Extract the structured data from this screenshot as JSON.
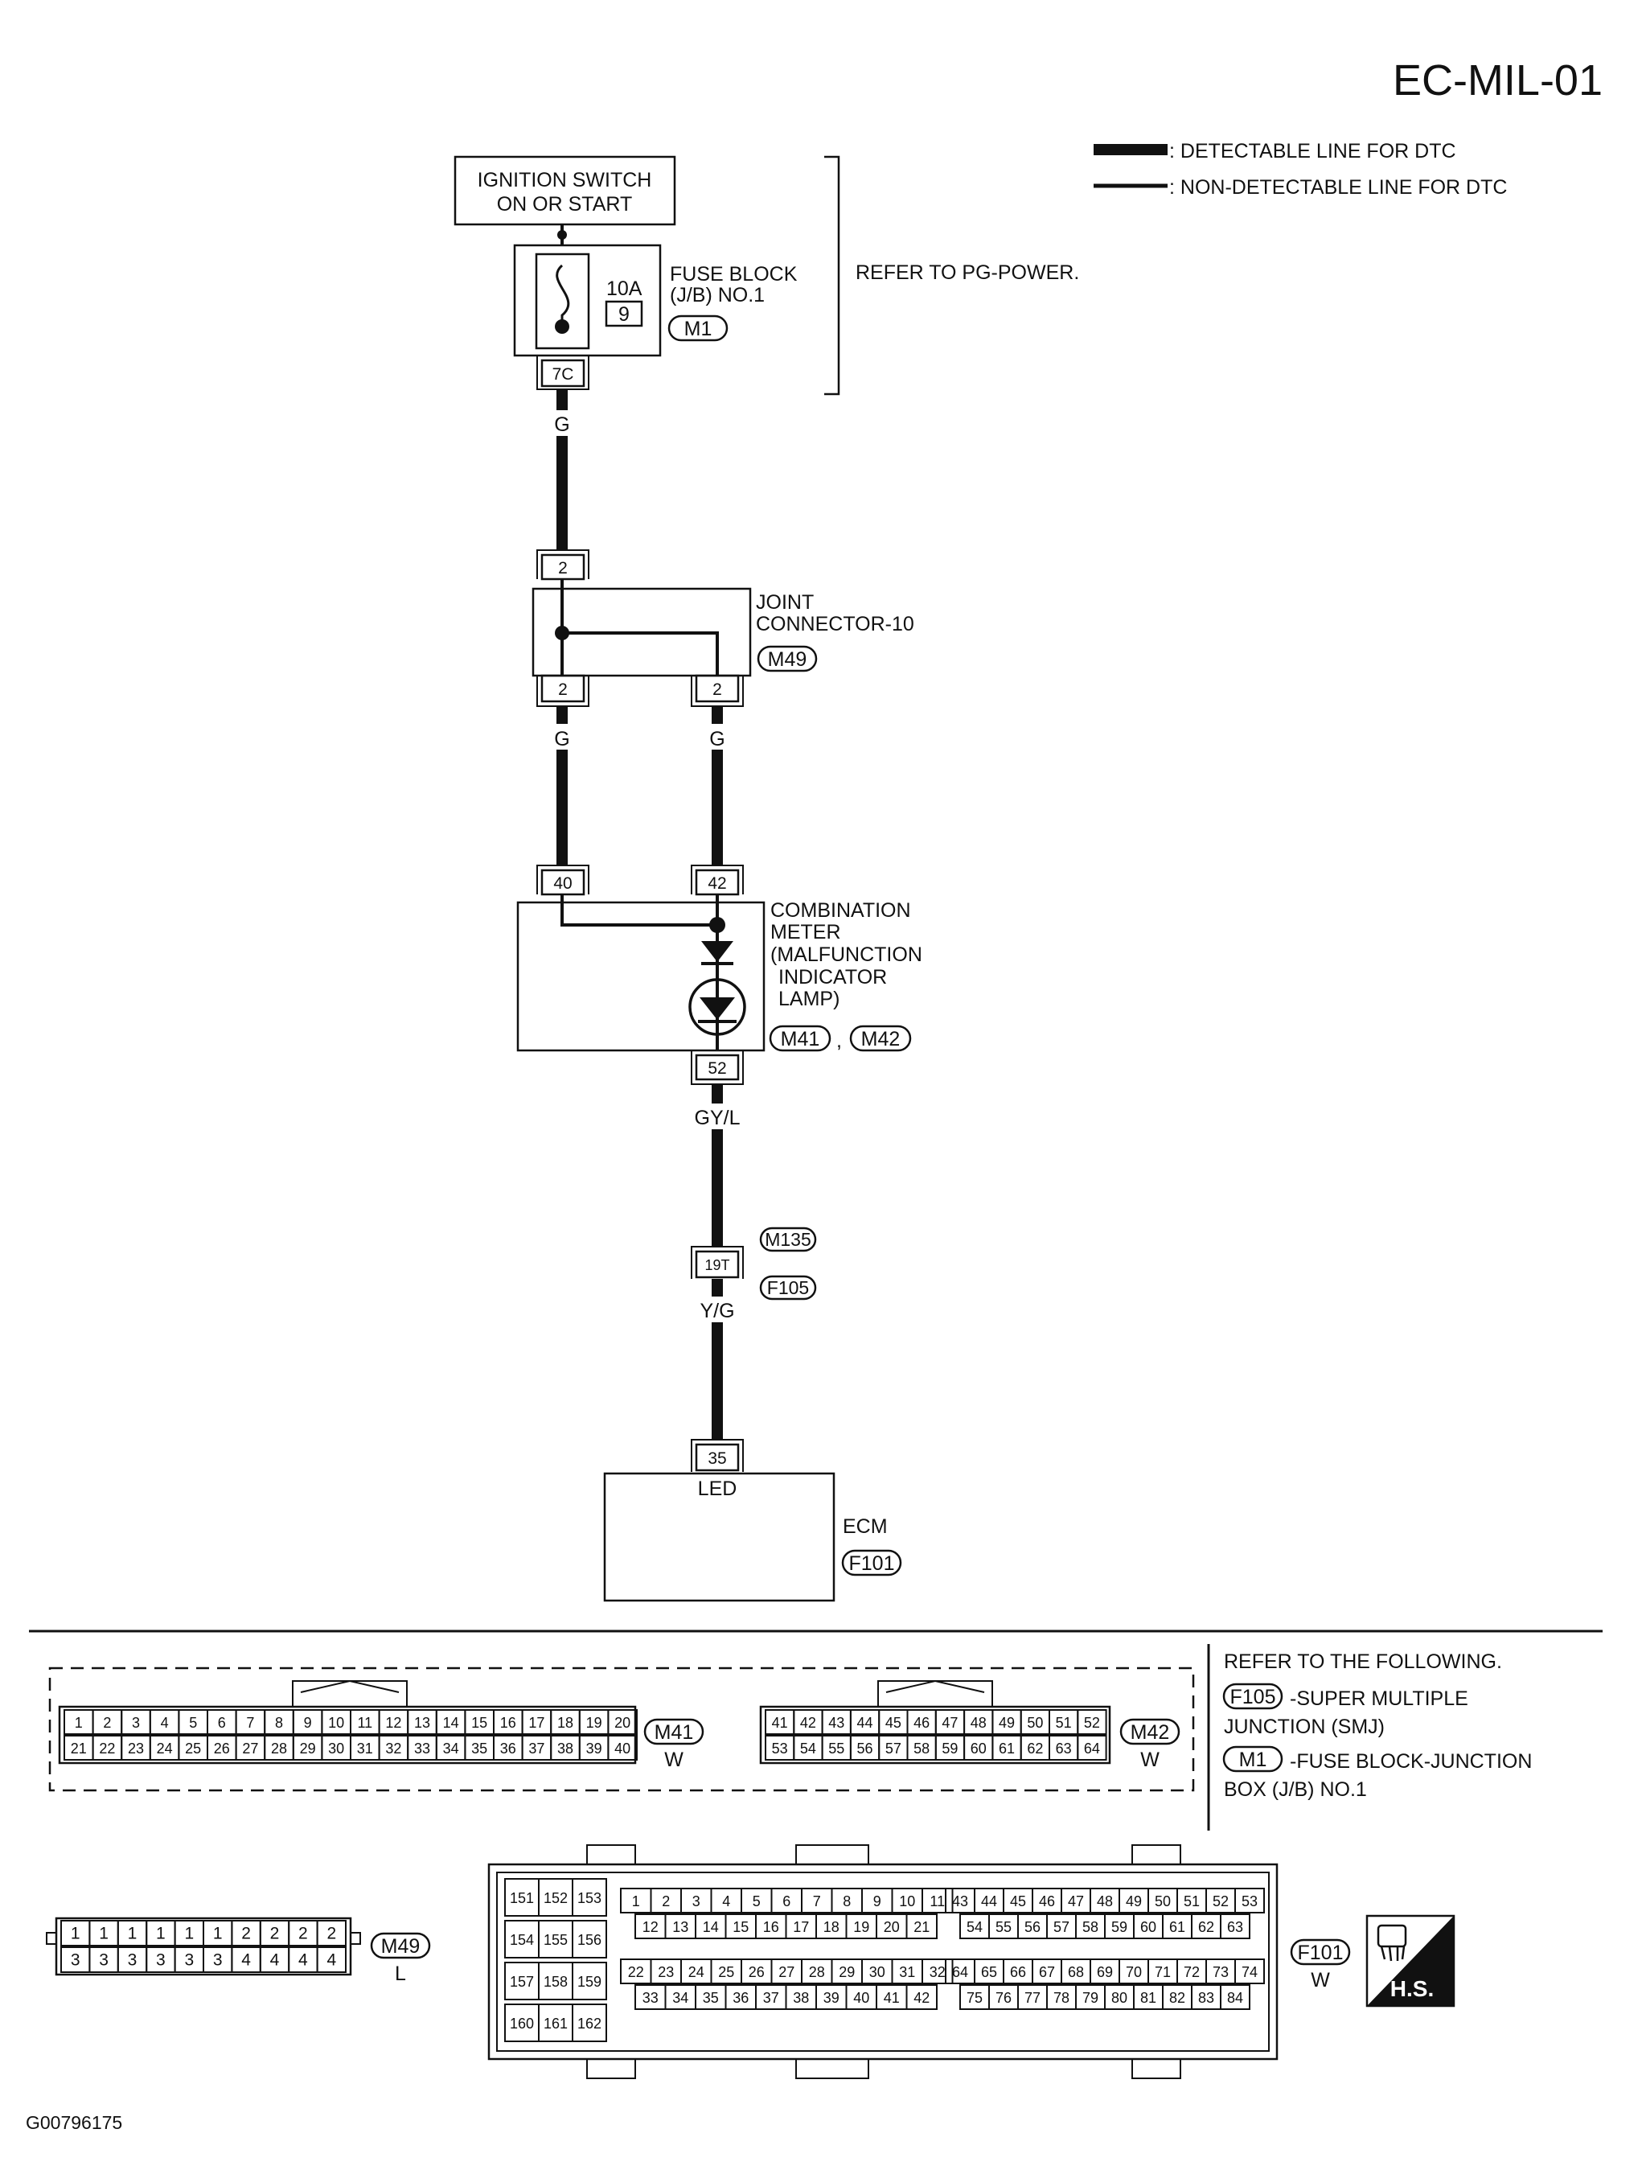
{
  "title": "EC-MIL-01",
  "legend": {
    "detectable": ": DETECTABLE LINE FOR DTC",
    "non_detectable": ": NON-DETECTABLE LINE FOR DTC"
  },
  "power": {
    "ignition_line1": "IGNITION SWITCH",
    "ignition_line2": "ON OR START",
    "fuse_amp": "10A",
    "fuse_num": "9",
    "fuse_block_line1": "FUSE BLOCK",
    "fuse_block_line2": "(J/B) NO.1",
    "fuse_block_conn": "M1",
    "fuse_terminal": "7C",
    "refer": "REFER TO PG-POWER."
  },
  "wires": {
    "w1": "G",
    "w2": "G",
    "w3": "G",
    "w4": "GY/L",
    "w5": "Y/G"
  },
  "joint": {
    "line1": "JOINT",
    "line2": "CONNECTOR-10",
    "conn": "M49",
    "pin_top": "2",
    "pin_left": "2",
    "pin_right": "2"
  },
  "meter": {
    "line1": "COMBINATION",
    "line2": "METER",
    "line3": "(MALFUNCTION",
    "line4": "INDICATOR",
    "line5": "LAMP)",
    "conn1": "M41",
    "sep": ",",
    "conn2": "M42",
    "pin_left": "40",
    "pin_right": "42",
    "pin_bottom": "52"
  },
  "junction": {
    "pin": "19T",
    "conn_top": "M135",
    "conn_bottom": "F105"
  },
  "ecm": {
    "pin": "35",
    "pin_label": "LED",
    "name": "ECM",
    "conn": "F101"
  },
  "refer_following": {
    "heading": "REFER TO THE FOLLOWING.",
    "item1_conn": "F105",
    "item1_line1": "-SUPER MULTIPLE",
    "item1_line2": "JUNCTION (SMJ)",
    "item2_conn": "M1",
    "item2_line1": "-FUSE BLOCK-JUNCTION",
    "item2_line2": "BOX (J/B) NO.1"
  },
  "connectors": {
    "m41": {
      "id": "M41",
      "color": "W",
      "row1": [
        "1",
        "2",
        "3",
        "4",
        "5",
        "6",
        "7",
        "8",
        "9",
        "10",
        "11",
        "12",
        "13",
        "14",
        "15",
        "16",
        "17",
        "18",
        "19",
        "20"
      ],
      "row2": [
        "21",
        "22",
        "23",
        "24",
        "25",
        "26",
        "27",
        "28",
        "29",
        "30",
        "31",
        "32",
        "33",
        "34",
        "35",
        "36",
        "37",
        "38",
        "39",
        "40"
      ]
    },
    "m42": {
      "id": "M42",
      "color": "W",
      "row1": [
        "41",
        "42",
        "43",
        "44",
        "45",
        "46",
        "47",
        "48",
        "49",
        "50",
        "51",
        "52"
      ],
      "row2": [
        "53",
        "54",
        "55",
        "56",
        "57",
        "58",
        "59",
        "60",
        "61",
        "62",
        "63",
        "64"
      ]
    },
    "m49": {
      "id": "M49",
      "color": "L",
      "row1": [
        "1",
        "1",
        "1",
        "1",
        "1",
        "1",
        "2",
        "2",
        "2",
        "2"
      ],
      "row2": [
        "3",
        "3",
        "3",
        "3",
        "3",
        "3",
        "4",
        "4",
        "4",
        "4"
      ]
    },
    "f101": {
      "id": "F101",
      "color": "W",
      "left_col": [
        [
          "151",
          "152",
          "153"
        ],
        [
          "154",
          "155",
          "156"
        ],
        [
          "157",
          "158",
          "159"
        ],
        [
          "160",
          "161",
          "162"
        ]
      ],
      "a_row1": [
        "1",
        "2",
        "3",
        "4",
        "5",
        "6",
        "7",
        "8",
        "9",
        "10",
        "11"
      ],
      "a_row2": [
        "12",
        "13",
        "14",
        "15",
        "16",
        "17",
        "18",
        "19",
        "20",
        "21"
      ],
      "a_row3": [
        "22",
        "23",
        "24",
        "25",
        "26",
        "27",
        "28",
        "29",
        "30",
        "31",
        "32"
      ],
      "a_row4": [
        "33",
        "34",
        "35",
        "36",
        "37",
        "38",
        "39",
        "40",
        "41",
        "42"
      ],
      "b_row1": [
        "43",
        "44",
        "45",
        "46",
        "47",
        "48",
        "49",
        "50",
        "51",
        "52",
        "53"
      ],
      "b_row2": [
        "54",
        "55",
        "56",
        "57",
        "58",
        "59",
        "60",
        "61",
        "62",
        "63"
      ],
      "b_row3": [
        "64",
        "65",
        "66",
        "67",
        "68",
        "69",
        "70",
        "71",
        "72",
        "73",
        "74"
      ],
      "b_row4": [
        "75",
        "76",
        "77",
        "78",
        "79",
        "80",
        "81",
        "82",
        "83",
        "84"
      ]
    }
  },
  "hs_badge": "H.S.",
  "icon_names": {
    "hs": "hand-shield-icon"
  },
  "figure_id": "G00796175"
}
